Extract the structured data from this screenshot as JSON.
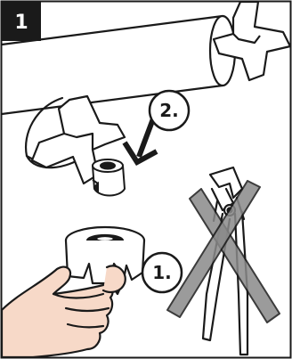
{
  "step": {
    "number": "1"
  },
  "callouts": [
    {
      "id": "step-2",
      "label": "2."
    },
    {
      "id": "step-1",
      "label": "1."
    }
  ],
  "colors": {
    "line": "#1a1a1a",
    "badge": "#1a1a1a",
    "fill": "#ffffff",
    "cross_out": "#8a8a8a",
    "skin": "#f7d9c8"
  },
  "icons": {
    "tool": "pliers-icon",
    "prohibited": "prohibited-cross"
  }
}
